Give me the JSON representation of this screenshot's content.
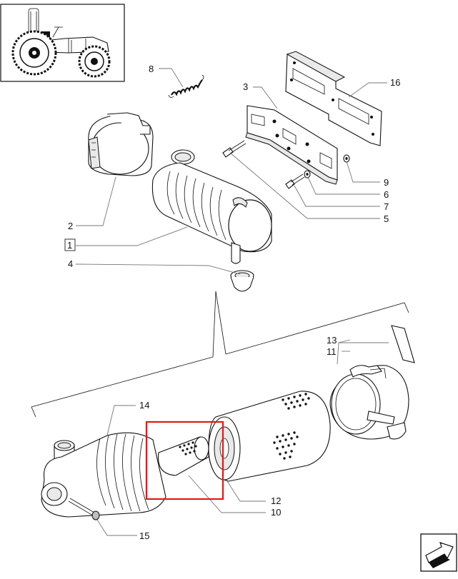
{
  "callouts": {
    "c1": "1",
    "c2": "2",
    "c3": "3",
    "c4": "4",
    "c5": "5",
    "c6": "6",
    "c7": "7",
    "c8": "8",
    "c9": "9",
    "c10": "10",
    "c11": "11",
    "c12": "12",
    "c13": "13",
    "c14": "14",
    "c15": "15",
    "c16": "16"
  },
  "icons": {
    "thumbnail": "tractor-icon",
    "navigation": "next-page-arrow-icon"
  },
  "colors": {
    "highlight": "#e0191b",
    "line": "#111111",
    "leader": "#777777"
  }
}
